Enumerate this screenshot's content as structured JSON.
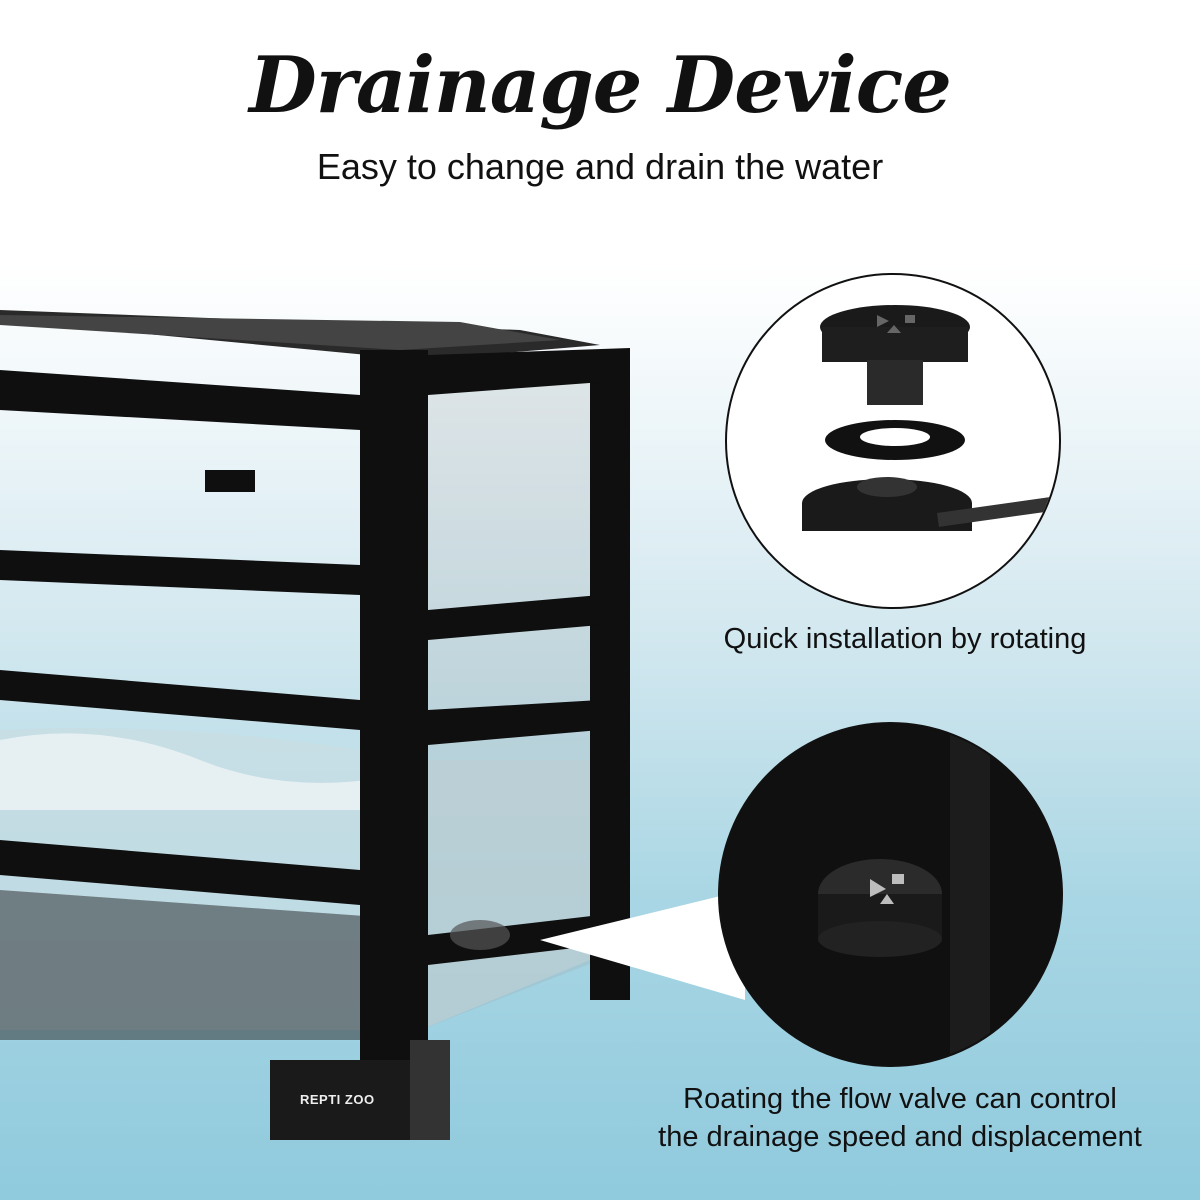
{
  "header": {
    "title": "Drainage Device",
    "subtitle": "Easy to change and drain the water"
  },
  "callouts": [
    {
      "caption": "Quick installation by rotating"
    },
    {
      "caption_line1": "Roating the flow valve can control",
      "caption_line2": "the drainage speed and displacement"
    }
  ],
  "brand": {
    "logo_text": "REPTI ZOO"
  }
}
